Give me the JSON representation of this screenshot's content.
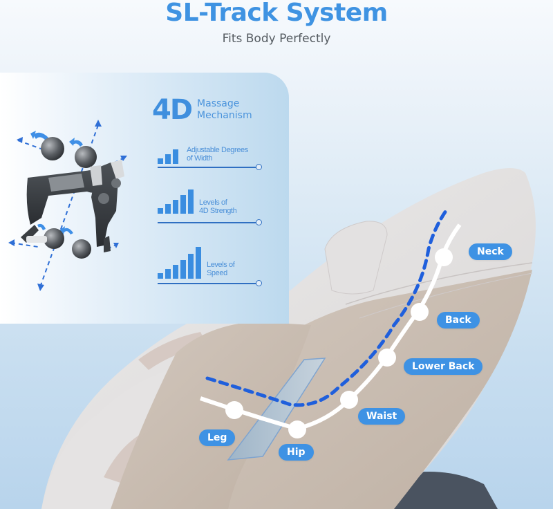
{
  "header": {
    "title": "SL-Track System",
    "subtitle": "Fits Body Perfectly"
  },
  "mechanism_panel": {
    "badge": "4D",
    "label_line1": "Massage",
    "label_line2": "Mechanism",
    "image": "massage-roller-mechanism",
    "features": [
      {
        "label_line1": "Adjustable Degrees",
        "label_line2": "of Width",
        "bars": 3,
        "icon": "signal-bars-icon"
      },
      {
        "label_line1": "Levels of",
        "label_line2": "4D Strength",
        "bars": 5,
        "icon": "signal-bars-icon"
      },
      {
        "label_line1": "Levels of",
        "label_line2": "Speed",
        "bars": 6,
        "icon": "signal-bars-icon"
      }
    ]
  },
  "track": {
    "points": [
      {
        "label": "Neck"
      },
      {
        "label": "Back"
      },
      {
        "label": "Lower Back"
      },
      {
        "label": "Waist"
      },
      {
        "label": "Hip"
      },
      {
        "label": "Leg"
      }
    ]
  },
  "colors": {
    "accent_blue": "#3e92e4",
    "title_blue": "#3f93e2",
    "track_white": "#ffffff",
    "track_dashed": "#1f5fdc",
    "chair_light": "#e6e4e4",
    "chair_tan": "#c9bcb0"
  }
}
